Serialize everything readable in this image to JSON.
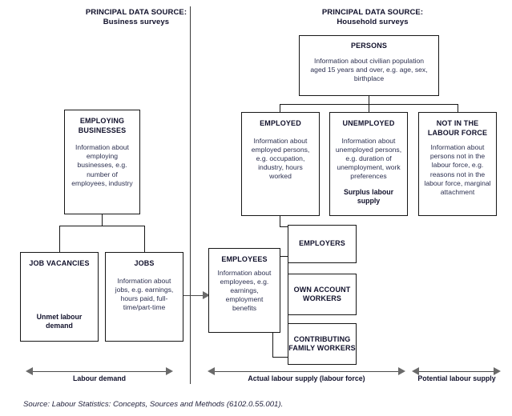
{
  "headings": {
    "left": {
      "line1": "PRINCIPAL DATA SOURCE:",
      "line2": "Business surveys"
    },
    "right": {
      "line1": "PRINCIPAL DATA SOURCE:",
      "line2": "Household surveys"
    }
  },
  "boxes": {
    "persons": {
      "title": "PERSONS",
      "body": "Information about civilian population aged 15 years and over, e.g. age, sex, birthplace"
    },
    "employing_businesses": {
      "title": "EMPLOYING BUSINESSES",
      "body": "Information about employing businesses, e.g. number of employees, industry"
    },
    "employed": {
      "title": "EMPLOYED",
      "body": "Information about employed persons, e.g. occupation, industry, hours worked"
    },
    "unemployed": {
      "title": "UNEMPLOYED",
      "body": "Information about unemployed persons, e.g. duration of unemployment, work preferences",
      "emph": "Surplus labour supply"
    },
    "not_in_labour_force": {
      "title": "NOT IN THE LABOUR FORCE",
      "body": "Information about persons not in the labour force, e.g. reasons not in the labour force, marginal attachment"
    },
    "job_vacancies": {
      "title": "JOB VACANCIES",
      "emph": "Unmet labour demand"
    },
    "jobs": {
      "title": "JOBS",
      "body": "Information about jobs, e.g. earnings, hours paid, full-time/part-time"
    },
    "employees": {
      "title": "EMPLOYEES",
      "body": "Information about employees, e.g. earnings, employment benefits"
    },
    "employers": {
      "title": "EMPLOYERS"
    },
    "own_account_workers": {
      "title": "OWN ACCOUNT WORKERS"
    },
    "contributing_family_workers": {
      "title": "CONTRIBUTING FAMILY WORKERS"
    }
  },
  "arrows": {
    "labour_demand": "Labour demand",
    "actual_labour_supply": "Actual labour supply (labour force)",
    "potential_labour_supply": "Potential labour supply"
  },
  "source": "Source: Labour Statistics: Concepts, Sources and Methods (6102.0.55.001).",
  "colors": {
    "line": "#161616",
    "arrow": "#6a6a6a",
    "text": "#11112b",
    "body_text": "#2c3050",
    "background": "#ffffff"
  }
}
